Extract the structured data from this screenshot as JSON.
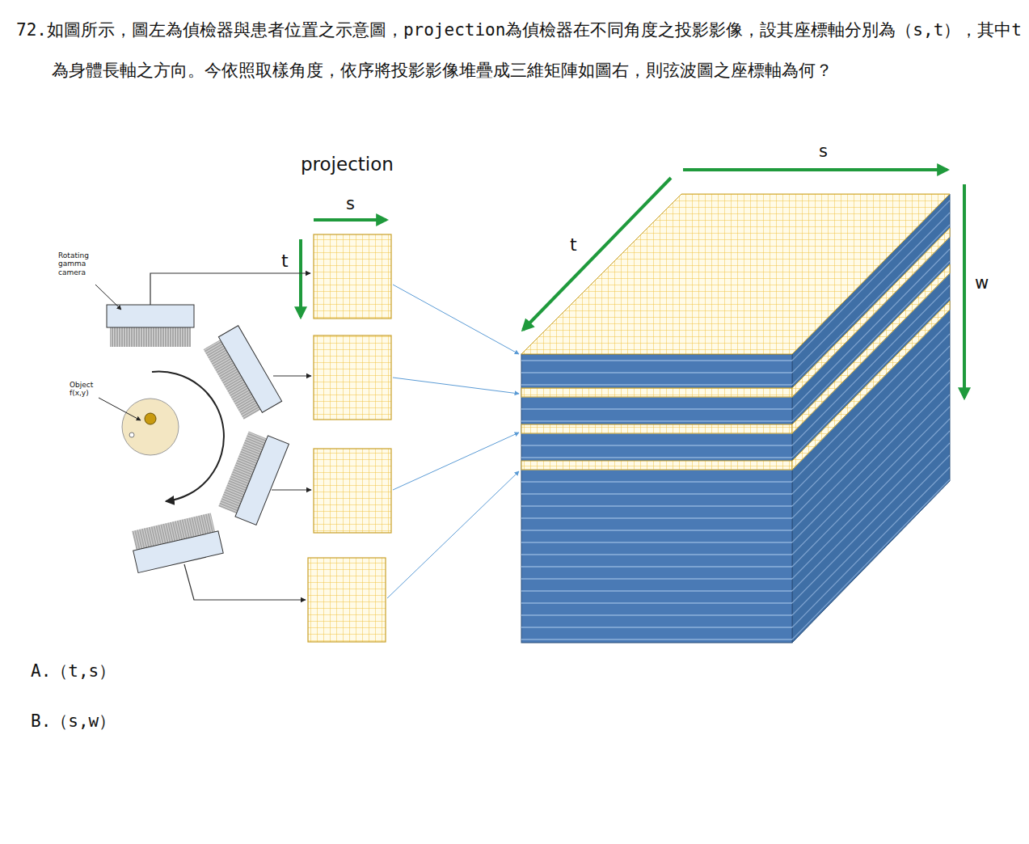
{
  "diagram": {
    "title": "72.如圖所示，圖左為偵檢器與患者位置之示意圖，projection為偵檢器在不同角度之投影影像，設其座標軸分別為（s,t），其中t為身體長軸之方向。今依照取樣角度，依序將投影影像堆疊成三維矩陣如圖右，則弦波圖之座標軸為何？",
    "labels": [
      "projection",
      "s",
      "t",
      "Rotating gamma camera",
      "Object f(x,y)",
      "s",
      "t",
      "w",
      "A.（t,s）",
      "B.（s,w）"
    ]
  }
}
